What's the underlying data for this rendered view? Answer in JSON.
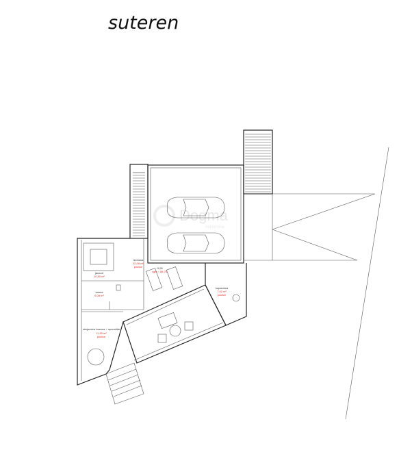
{
  "title": "suteren",
  "watermark": {
    "name": "Dogma",
    "sub": "nekretnine"
  },
  "rooms": [
    {
      "name": "jacuzzi",
      "area": "10,80 m²",
      "floor": ""
    },
    {
      "name": "sauna",
      "area": "6,08 m²",
      "floor": ""
    },
    {
      "name": "teretana",
      "area": "32,08 m²",
      "floor": "pločice"
    },
    {
      "name": "kupaonica",
      "area": "7,92 m²",
      "floor": "pločice"
    },
    {
      "name": "strojarnica bazena + spremište",
      "area": "11,80 m²",
      "floor": "pločice"
    }
  ],
  "level": {
    "height": "-3,08",
    "elevation": "vgm = 88,78"
  }
}
